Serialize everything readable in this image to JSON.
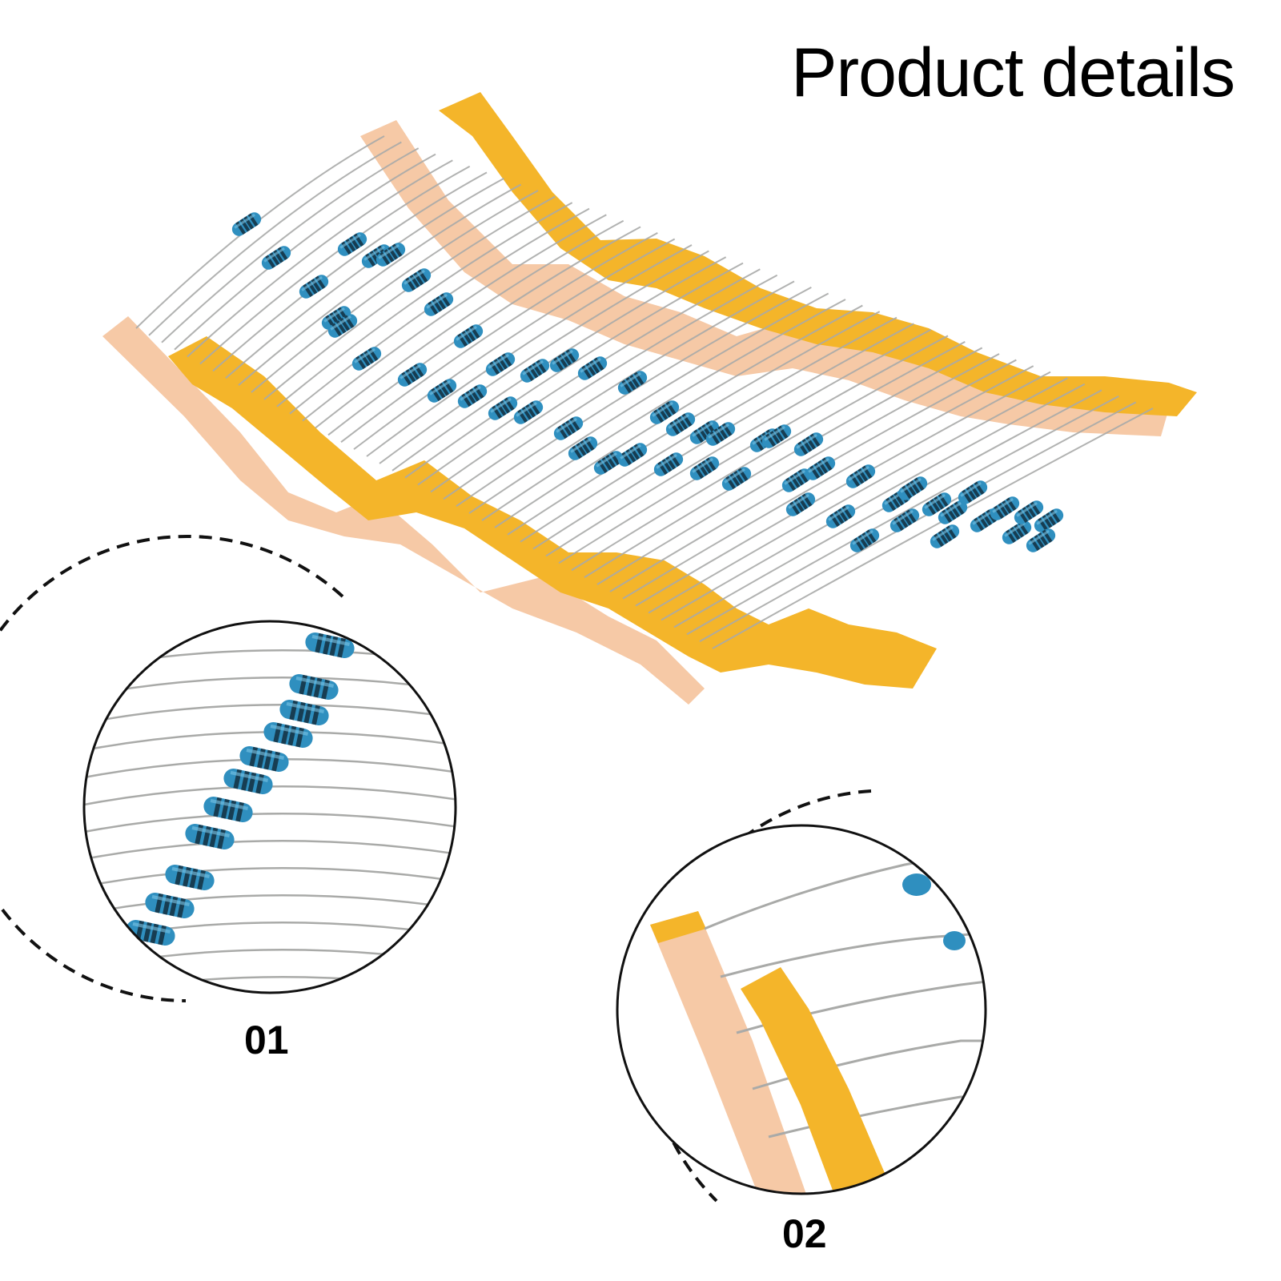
{
  "title": "Product details",
  "details": [
    {
      "label": "01"
    },
    {
      "label": "02"
    }
  ],
  "colors": {
    "tape_yellow": "#f4b52a",
    "tape_back": "#f6c9a6",
    "resistor_body": "#2f8fbf",
    "resistor_band": "#173d52",
    "lead": "#a9aaa8",
    "outline": "#111111"
  }
}
